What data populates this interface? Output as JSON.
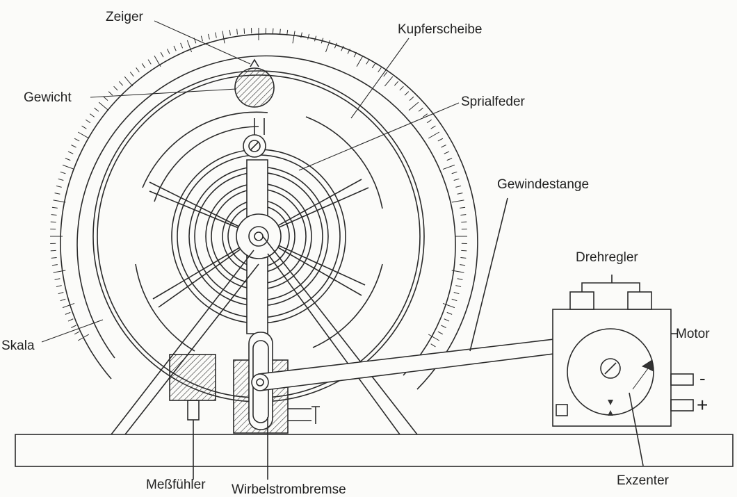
{
  "labels": {
    "zeiger": "Zeiger",
    "kupferscheibe": "Kupferscheibe",
    "gewicht": "Gewicht",
    "sprialfeder": "Sprialfeder",
    "gewindestange": "Gewindestange",
    "drehregler": "Drehregler",
    "motor": "Motor",
    "skala": "Skala",
    "messfuehler": "Meßfühler",
    "wirbelstrombremse": "Wirbelstrombremse",
    "exzenter": "Exzenter",
    "minus": "-",
    "plus": "+"
  }
}
